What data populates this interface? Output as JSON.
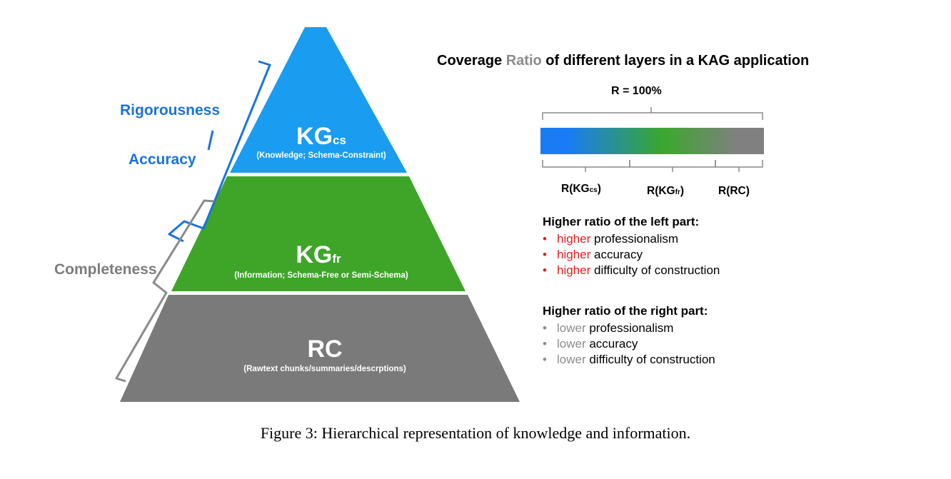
{
  "pyramid": {
    "layers": [
      {
        "id": "kgcs",
        "title_main": "KG",
        "title_sub": "cs",
        "desc": "(Knowledge; Schema-Constraint)",
        "color": "#1a9cf0"
      },
      {
        "id": "kgfr",
        "title_main": "KG",
        "title_sub": "fr",
        "desc": "(Information; Schema-Free or Semi-Schema)",
        "color": "#3ea529"
      },
      {
        "id": "rc",
        "title_main": "RC",
        "title_sub": "",
        "desc": "(Rawtext chunks/summaries/descrptions)",
        "color": "#7a7a7a"
      }
    ],
    "side_labels": {
      "rigorousness": "Rigorousness",
      "accuracy": "Accuracy",
      "completeness": "Completeness"
    },
    "colors": {
      "blue_label": "#1a72e0",
      "gray_label": "#7d7d7d"
    }
  },
  "coverage": {
    "title_before": "Coverage ",
    "title_highlight": "Ratio",
    "title_after": " of different layers in a KAG application",
    "highlight_color": "#8a8a8a",
    "total_label": "R = 100%",
    "gradient_colors": [
      "#1a7cf5",
      "#3aa82c",
      "#808080"
    ],
    "segments": [
      {
        "main": "R(KG",
        "sub": "cs",
        "close": ")"
      },
      {
        "main": "R(KG",
        "sub": "fr",
        "close": ")"
      },
      {
        "main": "R(RC)",
        "sub": "",
        "close": ""
      }
    ]
  },
  "left_part": {
    "heading": "Higher ratio of the left part:",
    "bullet_color": "#e02020",
    "items": [
      {
        "hl": "higher",
        "rest": " professionalism"
      },
      {
        "hl": "higher",
        "rest": " accuracy"
      },
      {
        "hl": "higher",
        "rest": " difficulty of construction"
      }
    ]
  },
  "right_part": {
    "heading": "Higher ratio of the right part:",
    "bullet_color": "#8c8c8c",
    "items": [
      {
        "hl": "lower",
        "rest": " professionalism"
      },
      {
        "hl": "lower",
        "rest": " accuracy"
      },
      {
        "hl": "lower",
        "rest": " difficulty of construction"
      }
    ]
  },
  "caption": "Figure 3: Hierarchical representation of knowledge and information."
}
